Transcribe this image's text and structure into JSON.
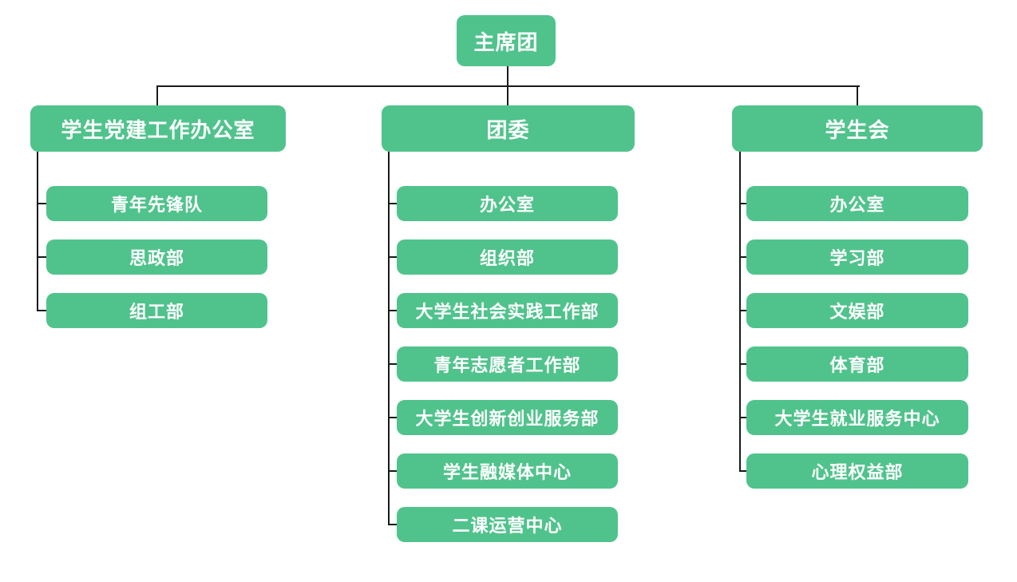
{
  "diagram": {
    "type": "org-chart",
    "root": {
      "label": "主席团"
    },
    "branches": [
      {
        "label": "学生党建工作办公室",
        "children": [
          "青年先锋队",
          "思政部",
          "组工部"
        ]
      },
      {
        "label": "团委",
        "children": [
          "办公室",
          "组织部",
          "大学生社会实践工作部",
          "青年志愿者工作部",
          "大学生创新创业服务部",
          "学生融媒体中心",
          "二课运营中心"
        ]
      },
      {
        "label": "学生会",
        "children": [
          "办公室",
          "学习部",
          "文娱部",
          "体育部",
          "大学生就业服务中心",
          "心理权益部"
        ]
      }
    ],
    "colors": {
      "node_fill": "#50c38c",
      "node_text": "#ffffff",
      "connector": "#1a1a1a",
      "background": "#ffffff"
    }
  }
}
